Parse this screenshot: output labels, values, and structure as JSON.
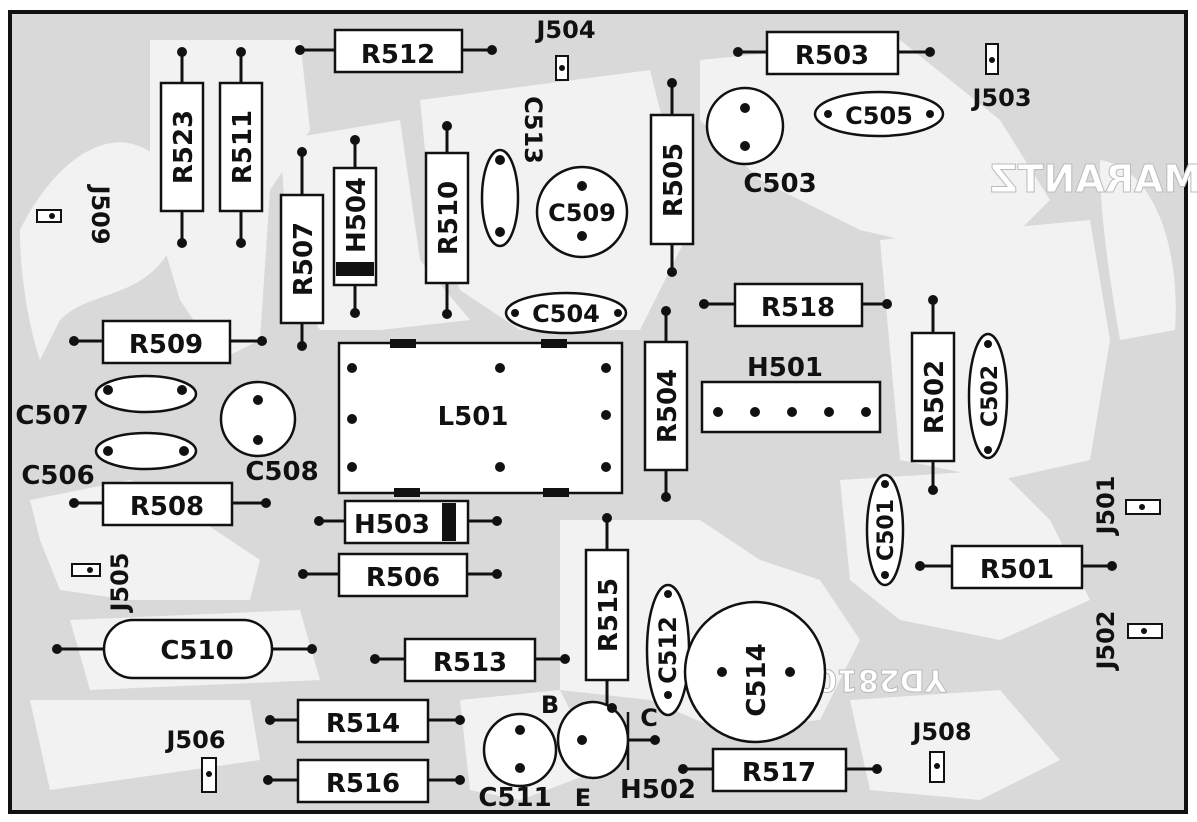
{
  "board": {
    "background_color": "#d9d9d9",
    "trace_color": "#f2f2f2",
    "ink_color": "#111111",
    "silkscreen_text": {
      "brand": "MARANTZ",
      "part_no": "YD2810005"
    }
  },
  "resistors": [
    {
      "id": "r512",
      "label": "R512"
    },
    {
      "id": "r503",
      "label": "R503"
    },
    {
      "id": "r523",
      "label": "R523"
    },
    {
      "id": "r511",
      "label": "R511"
    },
    {
      "id": "r507",
      "label": "R507"
    },
    {
      "id": "r510",
      "label": "R510"
    },
    {
      "id": "r505",
      "label": "R505"
    },
    {
      "id": "r518",
      "label": "R518"
    },
    {
      "id": "r509",
      "label": "R509"
    },
    {
      "id": "r504",
      "label": "R504"
    },
    {
      "id": "r502",
      "label": "R502"
    },
    {
      "id": "r508",
      "label": "R508"
    },
    {
      "id": "r506",
      "label": "R506"
    },
    {
      "id": "r501",
      "label": "R501"
    },
    {
      "id": "r515",
      "label": "R515"
    },
    {
      "id": "r513",
      "label": "R513"
    },
    {
      "id": "r514",
      "label": "R514"
    },
    {
      "id": "r516",
      "label": "R516"
    },
    {
      "id": "r517",
      "label": "R517"
    }
  ],
  "capacitors": [
    {
      "id": "c505",
      "label": "C505"
    },
    {
      "id": "c503",
      "label": "C503"
    },
    {
      "id": "c513",
      "label": "C513"
    },
    {
      "id": "c509",
      "label": "C509"
    },
    {
      "id": "c504",
      "label": "C504"
    },
    {
      "id": "c502",
      "label": "C502"
    },
    {
      "id": "c507",
      "label": "C507"
    },
    {
      "id": "c506",
      "label": "C506"
    },
    {
      "id": "c508",
      "label": "C508"
    },
    {
      "id": "c501",
      "label": "C501"
    },
    {
      "id": "c510",
      "label": "C510"
    },
    {
      "id": "c512",
      "label": "C512"
    },
    {
      "id": "c514",
      "label": "C514"
    },
    {
      "id": "c511",
      "label": "C511"
    }
  ],
  "other_parts": [
    {
      "id": "h504",
      "label": "H504"
    },
    {
      "id": "h501",
      "label": "H501"
    },
    {
      "id": "h503",
      "label": "H503"
    },
    {
      "id": "h502",
      "label": "H502"
    },
    {
      "id": "l501",
      "label": "L501"
    }
  ],
  "jacks": [
    {
      "id": "j504",
      "label": "J504"
    },
    {
      "id": "j503",
      "label": "J503"
    },
    {
      "id": "j509",
      "label": "J509"
    },
    {
      "id": "j505",
      "label": "J505"
    },
    {
      "id": "j501",
      "label": "J501"
    },
    {
      "id": "j502",
      "label": "J502"
    },
    {
      "id": "j506",
      "label": "J506"
    },
    {
      "id": "j508",
      "label": "J508"
    }
  ],
  "transistor_pins": {
    "base": "B",
    "collector": "C",
    "emitter": "E"
  }
}
